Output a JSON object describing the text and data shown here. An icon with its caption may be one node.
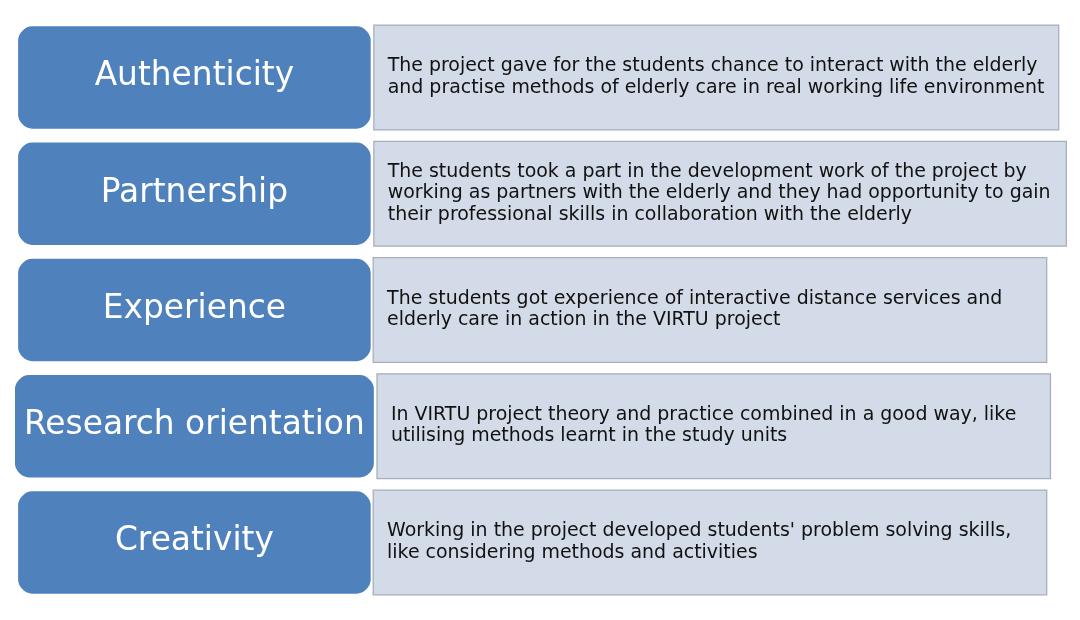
{
  "diagram": {
    "nodes": [
      {
        "text": [
          "Authenticity"
        ]
      },
      {
        "text": [
          "The project gave for the students chance to interact with the elderly and practise methods of elderly care in real working life environment"
        ]
      },
      {
        "text": [
          "Partnership"
        ]
      },
      {
        "text": [
          "The students took a part in the development work of the project by working as partners with the elderly and they had opportunity to gain their professional skills in collaboration with the elderly"
        ]
      },
      {
        "text": [
          "Experience"
        ]
      },
      {
        "text": [
          "The students got experience of interactive distance services and elderly care in action in the VIRTU project"
        ]
      },
      {
        "text": [
          "Research orientation"
        ]
      },
      {
        "text": [
          "In VIRTU project theory and practice combined in a good way, like utilising methods learnt in the study units"
        ]
      },
      {
        "text": [
          "Creativity"
        ]
      },
      {
        "text": [
          "Working in the project developed students' problem solving skills, like considering methods and activities"
        ]
      }
    ],
    "edges": []
  }
}
